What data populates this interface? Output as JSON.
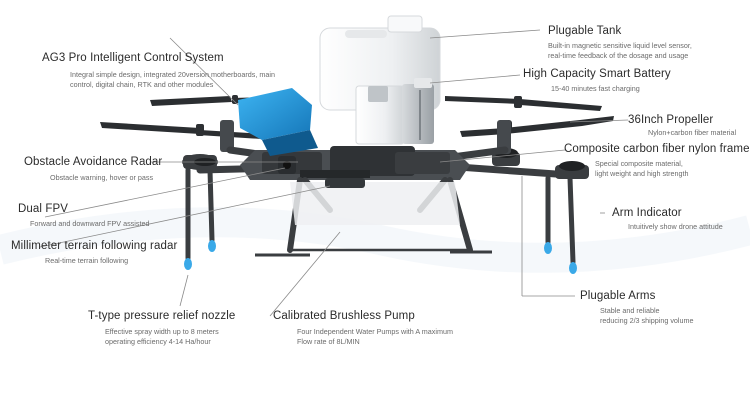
{
  "callouts": {
    "plugable_tank": {
      "title": "Plugable Tank",
      "desc": [
        "Built-in magnetic sensitive liquid level sensor,",
        "real-time feedback of the dosage and usage"
      ]
    },
    "control_system": {
      "title": "AG3 Pro Intelligent Control System",
      "desc": [
        "Integral simple design, integrated 20version motherboards, main",
        "control, digital chain, RTK and other modules"
      ]
    },
    "smart_battery": {
      "title": "High Capacity Smart Battery",
      "desc": [
        "15-40 minutes fast charging"
      ]
    },
    "propeller": {
      "title": "36Inch Propeller",
      "desc": [
        "Nylon+carbon fiber material"
      ]
    },
    "obstacle_radar": {
      "title": "Obstacle Avoidance Radar",
      "desc": [
        "Obstacle warning, hover or pass"
      ]
    },
    "carbon_frame": {
      "title": "Composite carbon fiber nylon frame",
      "desc": [
        "Special composite material,",
        "light weight and high strength"
      ]
    },
    "dual_fpv": {
      "title": "Dual FPV",
      "desc": [
        "Forward and downward FPV assisted"
      ]
    },
    "arm_indicator": {
      "title": "Arm Indicator",
      "desc": [
        "Intuitively show drone attitude"
      ]
    },
    "terrain_radar": {
      "title": "Millimeter terrain following radar",
      "desc": [
        "Real-time terrain following"
      ]
    },
    "plugable_arms": {
      "title": "Plugable Arms",
      "desc": [
        "Stable and reliable",
        "reducing 2/3 shipping volume"
      ]
    },
    "nozzle": {
      "title": "T-type pressure relief nozzle",
      "desc": [
        "Effective spray width up to 8 meters",
        "operating efficiency 4-14 Ha/hour"
      ]
    },
    "pump": {
      "title": "Calibrated Brushless Pump",
      "desc": [
        "Four Independent Water Pumps with A maximum",
        "Flow rate of 8L/MIN"
      ]
    }
  },
  "colors": {
    "accent_blue": "#1e9be0",
    "frame_dark": "#3a3d40",
    "tank_white": "#f3f4f5",
    "line_gray": "#8a8a8a"
  }
}
